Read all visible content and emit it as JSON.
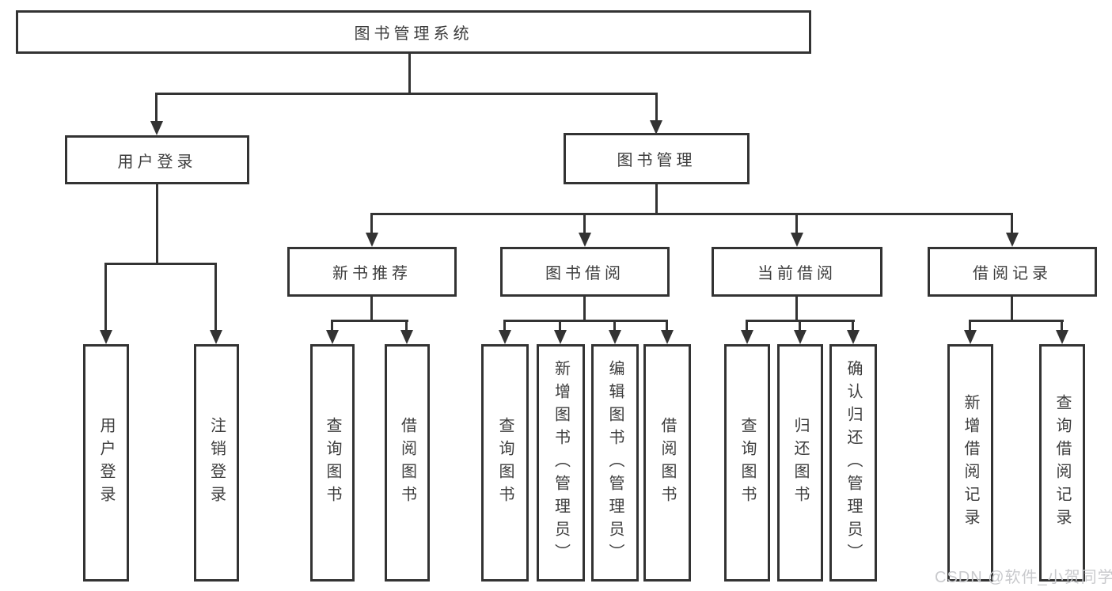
{
  "diagram": {
    "root": {
      "label": "图书管理系统"
    },
    "level2": [
      {
        "label": "用户登录"
      },
      {
        "label": "图书管理"
      }
    ],
    "level3": [
      {
        "label": "新书推荐"
      },
      {
        "label": "图书借阅"
      },
      {
        "label": "当前借阅"
      },
      {
        "label": "借阅记录"
      }
    ],
    "leaves": {
      "user_login": [
        "用户登录",
        "注销登录"
      ],
      "new_books": [
        "查询图书",
        "借阅图书"
      ],
      "book_borrow": [
        "查询图书",
        "新增图书（管理员）",
        "编辑图书（管理员）",
        "借阅图书"
      ],
      "current_borrow": [
        "查询图书",
        "归还图书",
        "确认归还（管理员）"
      ],
      "borrow_records": [
        "新增借阅记录",
        "查询借阅记录"
      ]
    }
  },
  "watermark": {
    "text": "CSDN @软件_小贺同学"
  },
  "colors": {
    "line": "#333333",
    "text": "#3d3d3d",
    "background": "#ffffff",
    "watermark": "#c9cacd"
  }
}
